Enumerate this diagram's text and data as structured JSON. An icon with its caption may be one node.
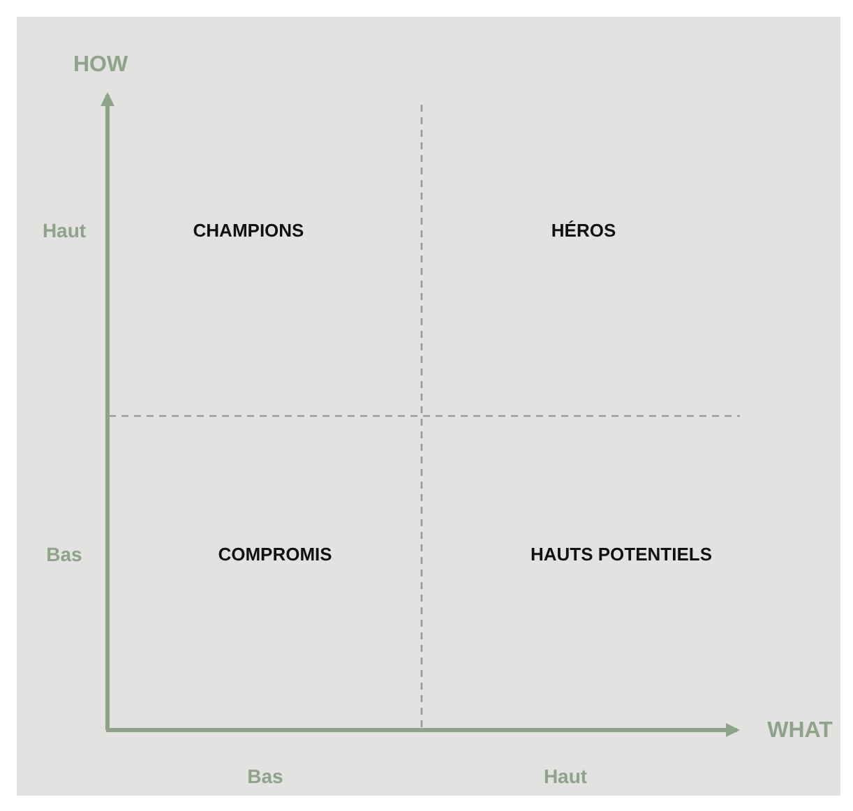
{
  "diagram": {
    "labels": [
      "HOW",
      "Haut",
      "CHAMPIONS",
      "HÉROS",
      "Bas",
      "COMPROMIS",
      "HAUTS POTENTIELS",
      "WHAT",
      "Bas",
      "Haut"
    ]
  }
}
